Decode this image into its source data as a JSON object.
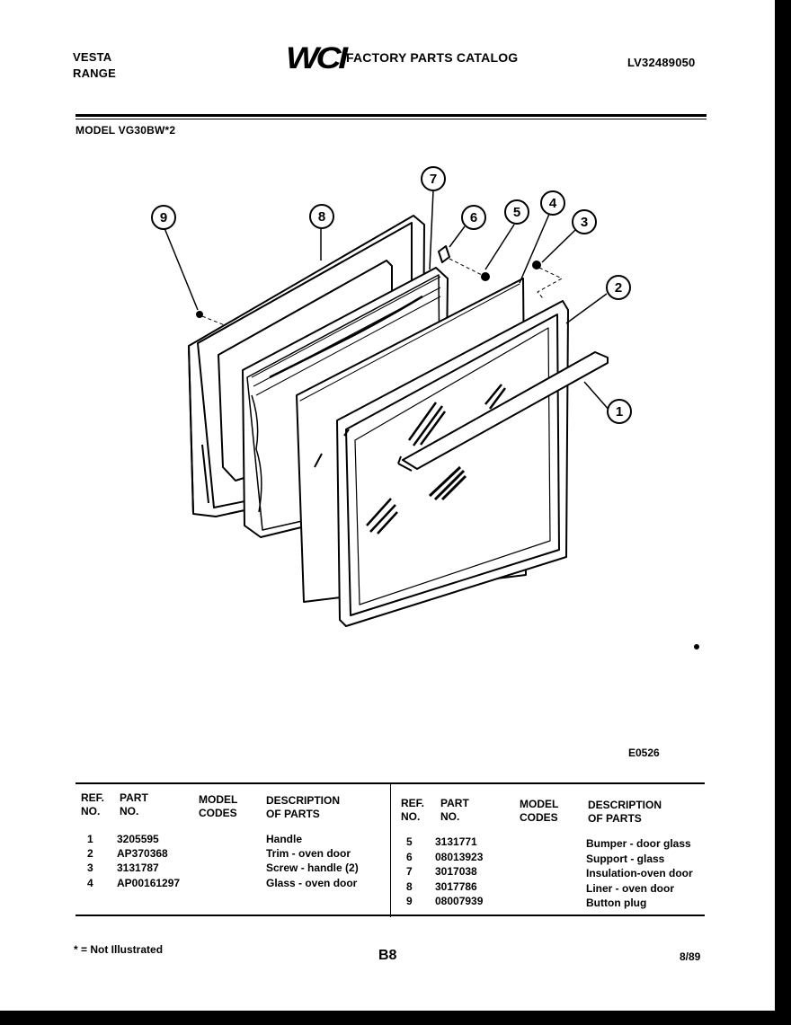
{
  "header": {
    "brand_line1": "VESTA",
    "brand_line2": "RANGE",
    "logo_text": "WCI",
    "catalog_title": "FACTORY PARTS CATALOG",
    "catalog_code": "LV32489050",
    "model": "MODEL VG30BW*2"
  },
  "diagram": {
    "callouts": [
      "1",
      "2",
      "3",
      "4",
      "5",
      "6",
      "7",
      "8",
      "9"
    ],
    "figure_code": "E0526"
  },
  "table_headers": {
    "ref_no": "REF.\nNO.",
    "part_no": "PART\nNO.",
    "model_codes": "MODEL\nCODES",
    "description": "DESCRIPTION\nOF PARTS"
  },
  "parts_left": [
    {
      "ref": "1",
      "part": "3205595",
      "desc": "Handle"
    },
    {
      "ref": "2",
      "part": "AP370368",
      "desc": "Trim - oven door"
    },
    {
      "ref": "3",
      "part": "3131787",
      "desc": "Screw - handle (2)"
    },
    {
      "ref": "4",
      "part": "AP00161297",
      "desc": "Glass - oven door"
    }
  ],
  "parts_right": [
    {
      "ref": "5",
      "part": "3131771",
      "desc": "Bumper - door glass"
    },
    {
      "ref": "6",
      "part": "08013923",
      "desc": "Support - glass"
    },
    {
      "ref": "7",
      "part": "3017038",
      "desc": "Insulation-oven door"
    },
    {
      "ref": "8",
      "part": "3017786",
      "desc": "Liner - oven door"
    },
    {
      "ref": "9",
      "part": "08007939",
      "desc": "Button plug"
    }
  ],
  "footer": {
    "note": "* = Not Illustrated",
    "page": "B8",
    "date": "8/89"
  }
}
